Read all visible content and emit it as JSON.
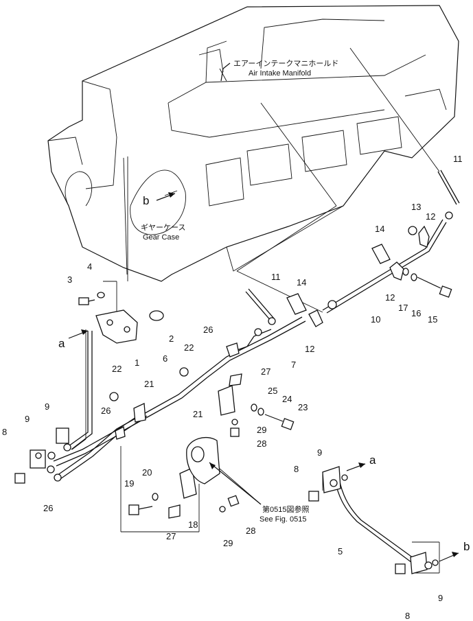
{
  "callouts": {
    "intake_jp": "エアーインテークマニホールド",
    "intake_en": "Air Intake Manifold",
    "gear_jp": "ギヤーケース",
    "gear_en": "Gear Case",
    "see_jp": "第0515図参照",
    "see_en": "See Fig. 0515",
    "arrow_a": "a",
    "arrow_b": "b"
  },
  "part_numbers": {
    "p1": "1",
    "p2": "2",
    "p3": "3",
    "p4": "4",
    "p5": "5",
    "p6": "6",
    "p7": "7",
    "p8a": "8",
    "p8b": "8",
    "p8c": "8",
    "p9a": "9",
    "p9b": "9",
    "p9c": "9",
    "p9d": "9",
    "p10": "10",
    "p11a": "11",
    "p11b": "11",
    "p12a": "12",
    "p12b": "12",
    "p12c": "12",
    "p13": "13",
    "p14a": "14",
    "p14b": "14",
    "p15": "15",
    "p16": "16",
    "p17": "17",
    "p18": "18",
    "p19": "19",
    "p20": "20",
    "p21a": "21",
    "p21b": "21",
    "p22a": "22",
    "p22b": "22",
    "p23": "23",
    "p24": "24",
    "p25": "25",
    "p26a": "26",
    "p26b": "26",
    "p26c": "26",
    "p27a": "27",
    "p27b": "27",
    "p28a": "28",
    "p28b": "28",
    "p29a": "29",
    "p29b": "29"
  }
}
